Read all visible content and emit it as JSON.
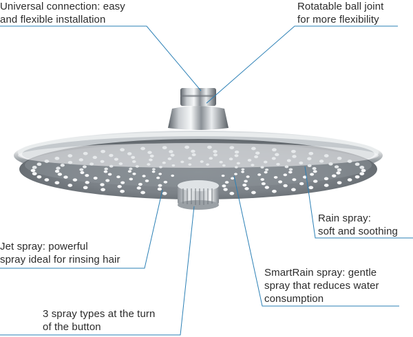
{
  "callouts": {
    "universal_connection": {
      "line1": "Universal connection: easy",
      "line2": "and flexible installation"
    },
    "ball_joint": {
      "line1": "Rotatable ball joint",
      "line2": "for more flexibility"
    },
    "rain_spray": {
      "line1": "Rain spray:",
      "line2": "soft and soothing"
    },
    "jet_spray": {
      "line1": "Jet spray: powerful",
      "line2": "spray ideal for rinsing hair"
    },
    "smartrain_spray": {
      "line1": "SmartRain spray: gentle",
      "line2": "spray that reduces water",
      "line3": "consumption"
    },
    "spray_types": {
      "line1": "3 spray types at the turn",
      "line2": "of the button"
    }
  },
  "colors": {
    "leader_line": "#2a7fb5",
    "chrome_dark": "#6e747a",
    "chrome_light": "#f2f4f6",
    "text": "#2b2b2b"
  }
}
